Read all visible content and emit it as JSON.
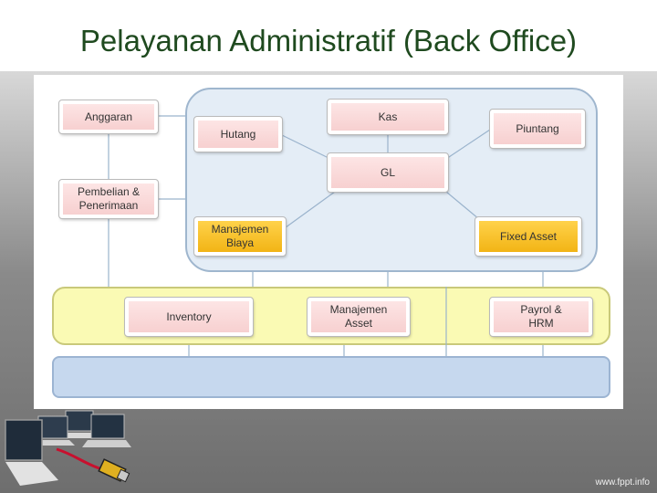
{
  "slide": {
    "title": "Pelayanan Administratif (Back Office)",
    "footer_url": "www.fppt.info"
  },
  "diagram": {
    "nodes": {
      "anggaran": "Anggaran",
      "pembelian": "Pembelian &\nPenerimaan",
      "hutang": "Hutang",
      "kas": "Kas",
      "piuntang": "Piuntang",
      "gl": "GL",
      "manajemen_biaya": "Manajemen\nBiaya",
      "fixed_asset": "Fixed Asset",
      "inventory": "Inventory",
      "manajemen_asset": "Manajemen\nAsset",
      "payrol": "Payrol &\nHRM"
    },
    "colors": {
      "module_fill": "#f7d0d0",
      "highlight_fill": "#f2b415",
      "core_zone": "#e4edf6",
      "operations_zone": "#fafab4",
      "base_zone": "#c6d8ee"
    }
  }
}
